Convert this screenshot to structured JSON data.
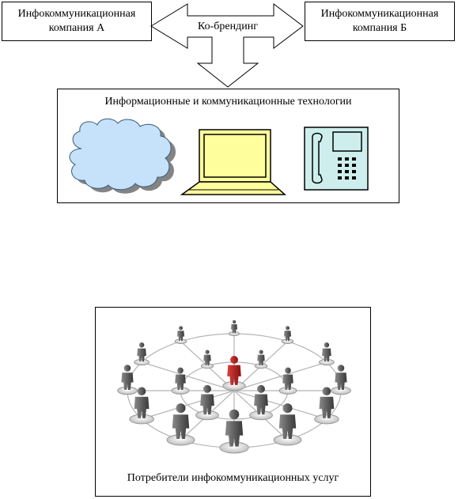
{
  "company_a": {
    "line1": "Инфокоммуникационная",
    "line2": "компания А"
  },
  "company_b": {
    "line1": "Инфокоммуникационная",
    "line2": "компания Б"
  },
  "cobranding": {
    "label": "Ко-брендинг"
  },
  "technologies": {
    "title": "Информационные и коммуникационные технологии",
    "icons": [
      "cloud-icon",
      "laptop-icon",
      "telephone-icon"
    ]
  },
  "consumers": {
    "label": "Потребители инфокоммуникационных услуг",
    "icons": [
      "people-network-icon"
    ]
  },
  "colors": {
    "cloud_fill": "#c6e2fb",
    "laptop_fill": "#fffe9c",
    "phone_fill": "#cdeeed",
    "person_gray": "#6b6b6b",
    "person_highlight": "#b01818"
  }
}
